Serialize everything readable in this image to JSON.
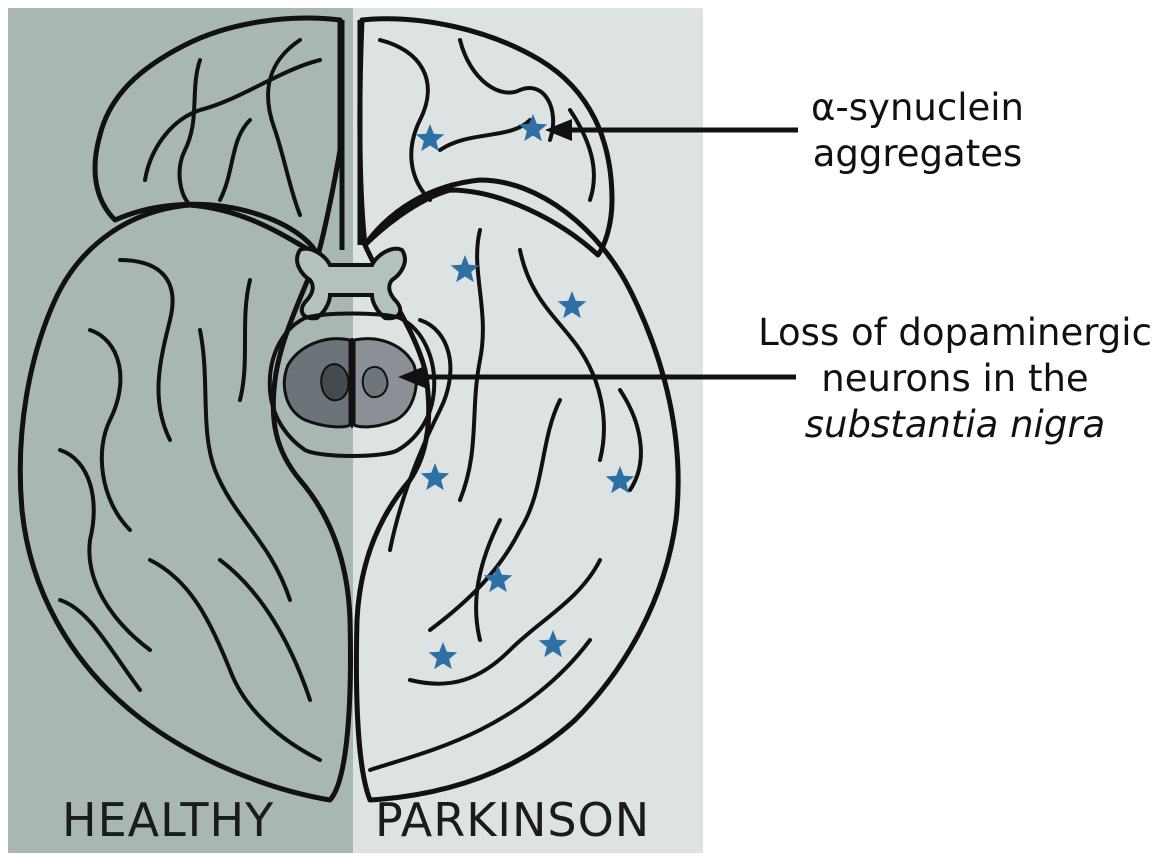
{
  "panels": {
    "healthy_label": "HEALTHY",
    "parkinson_label": "PARKINSON",
    "healthy_bg": "#a8b7b3",
    "parkinson_bg": "#dde3e2"
  },
  "callouts": {
    "aggregates_line1": "α-synuclein",
    "aggregates_line2": "aggregates",
    "neurons_line1": "Loss of dopaminergic",
    "neurons_line2": "neurons in the",
    "neurons_line3": "substantia nigra"
  },
  "colors": {
    "outline": "#111111",
    "star": "#2e6fa4",
    "nigra_healthy": "#6d7479",
    "nigra_parkinson": "#8a9095",
    "chiasm": "#b3c2bd"
  },
  "star_marker": "star-icon"
}
